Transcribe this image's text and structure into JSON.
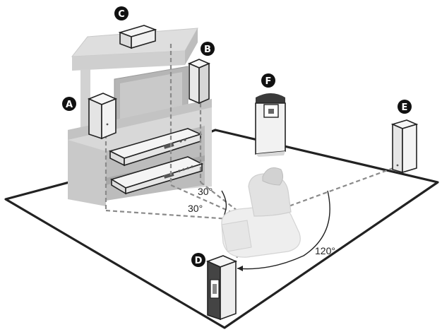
{
  "speakers": [
    {
      "id": "A",
      "label": "A",
      "role": "front-left-speaker"
    },
    {
      "id": "B",
      "label": "B",
      "role": "front-right-speaker"
    },
    {
      "id": "C",
      "label": "C",
      "role": "center-speaker"
    },
    {
      "id": "D",
      "label": "D",
      "role": "surround-left-speaker"
    },
    {
      "id": "E",
      "label": "E",
      "role": "surround-right-speaker"
    },
    {
      "id": "F",
      "label": "F",
      "role": "subwoofer"
    }
  ],
  "angles": {
    "upper": "30°",
    "lower": "30°",
    "surround": "120°"
  },
  "colors": {
    "line": "#222222",
    "dashed": "#8a8a8a",
    "furniture_light": "#dcdcdc",
    "furniture_mid": "#c4c4c4",
    "furniture_dark": "#a9a9a9",
    "label_fill": "#111111"
  }
}
